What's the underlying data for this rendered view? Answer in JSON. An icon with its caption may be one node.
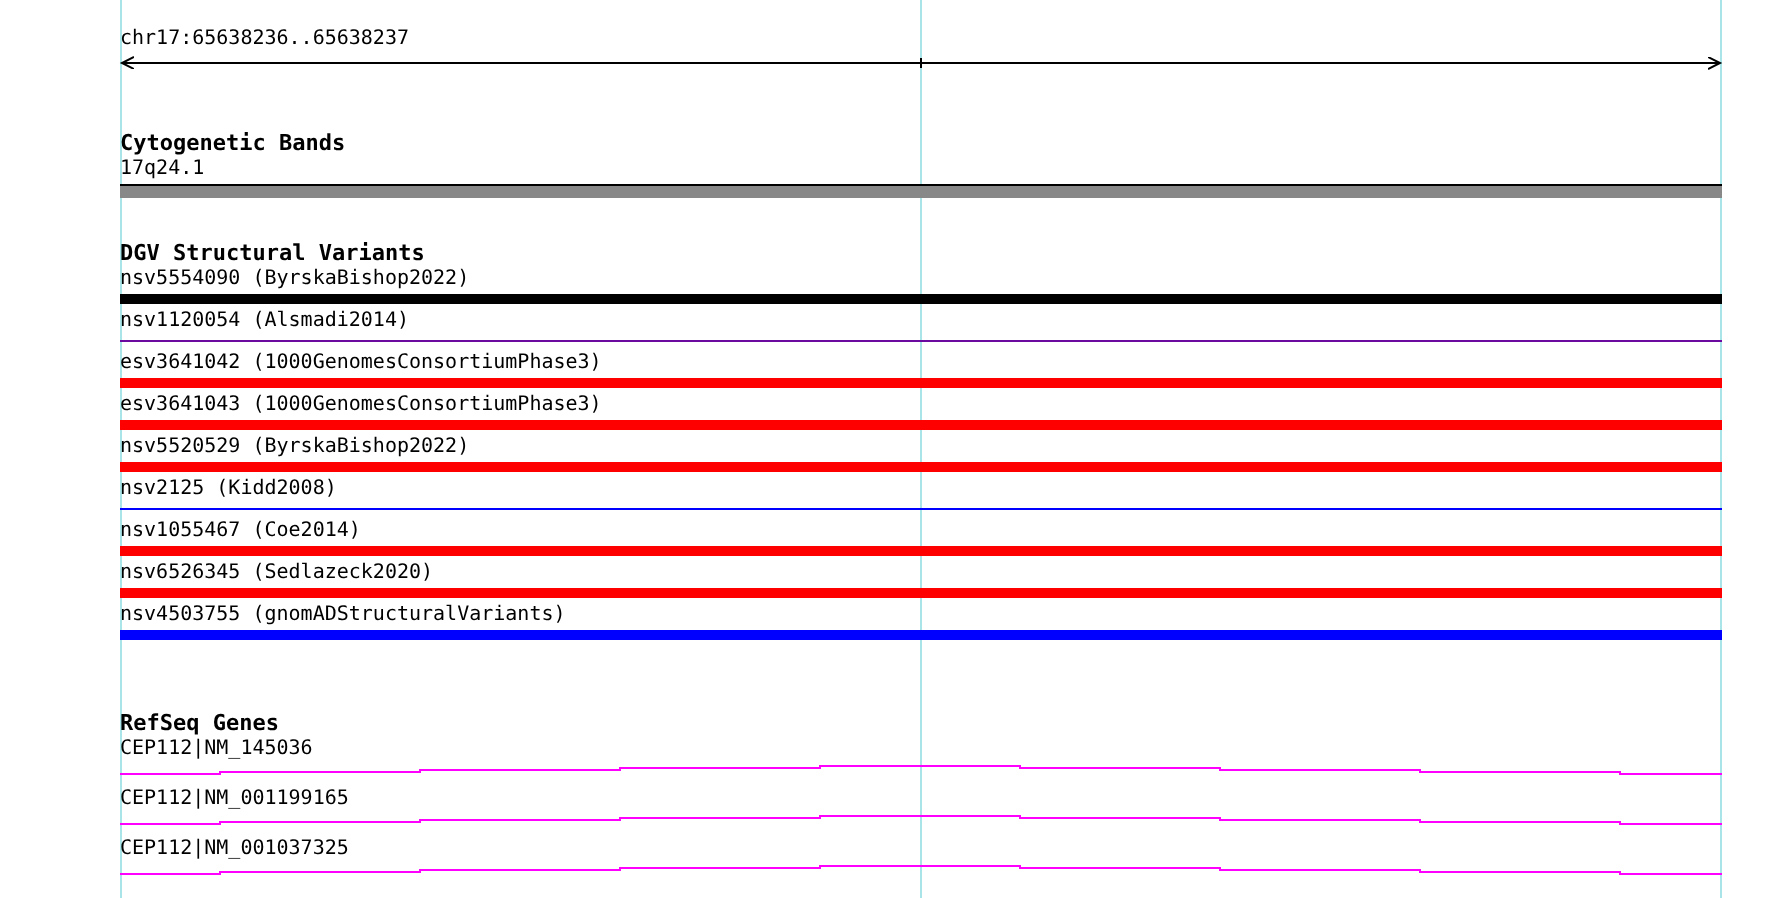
{
  "diagram": {
    "nodes": [
      {
        "text": [
          "Cytogenetic Bands"
        ]
      },
      {
        "text": [
          "17q24.1"
        ],
        "in": 0
      },
      {
        "text": [
          "DGV Structural Variants"
        ]
      },
      {
        "text": [
          "nsv5554090 (ByrskaBishop2022)"
        ],
        "in": 2
      },
      {
        "text": [
          "nsv1120054 (Alsmadi2014)"
        ],
        "in": 2
      },
      {
        "text": [
          "esv3641042 (1000GenomesConsortiumPhase3)"
        ],
        "in": 2
      },
      {
        "text": [
          "esv3641043 (1000GenomesConsortiumPhase3)"
        ],
        "in": 2
      },
      {
        "text": [
          "nsv5520529 (ByrskaBishop2022)"
        ],
        "in": 2
      },
      {
        "text": [
          "nsv2125 (Kidd2008)"
        ],
        "in": 2
      },
      {
        "text": [
          "nsv1055467 (Coe2014)"
        ],
        "in": 2
      },
      {
        "text": [
          "nsv6526345 (Sedlazeck2020)"
        ],
        "in": 2
      },
      {
        "text": [
          "nsv4503755 (gnomADStructuralVariants)"
        ],
        "in": 2
      },
      {
        "text": [
          "RefSeq Genes"
        ]
      },
      {
        "text": [
          "CEP112|NM_145036"
        ],
        "in": 12
      },
      {
        "text": [
          "CEP112|NM_001199165"
        ],
        "in": 12
      },
      {
        "text": [
          "CEP112|NM_001037325"
        ],
        "in": 12
      }
    ],
    "labels": [
      "chr17:65638236..65638237"
    ]
  }
}
